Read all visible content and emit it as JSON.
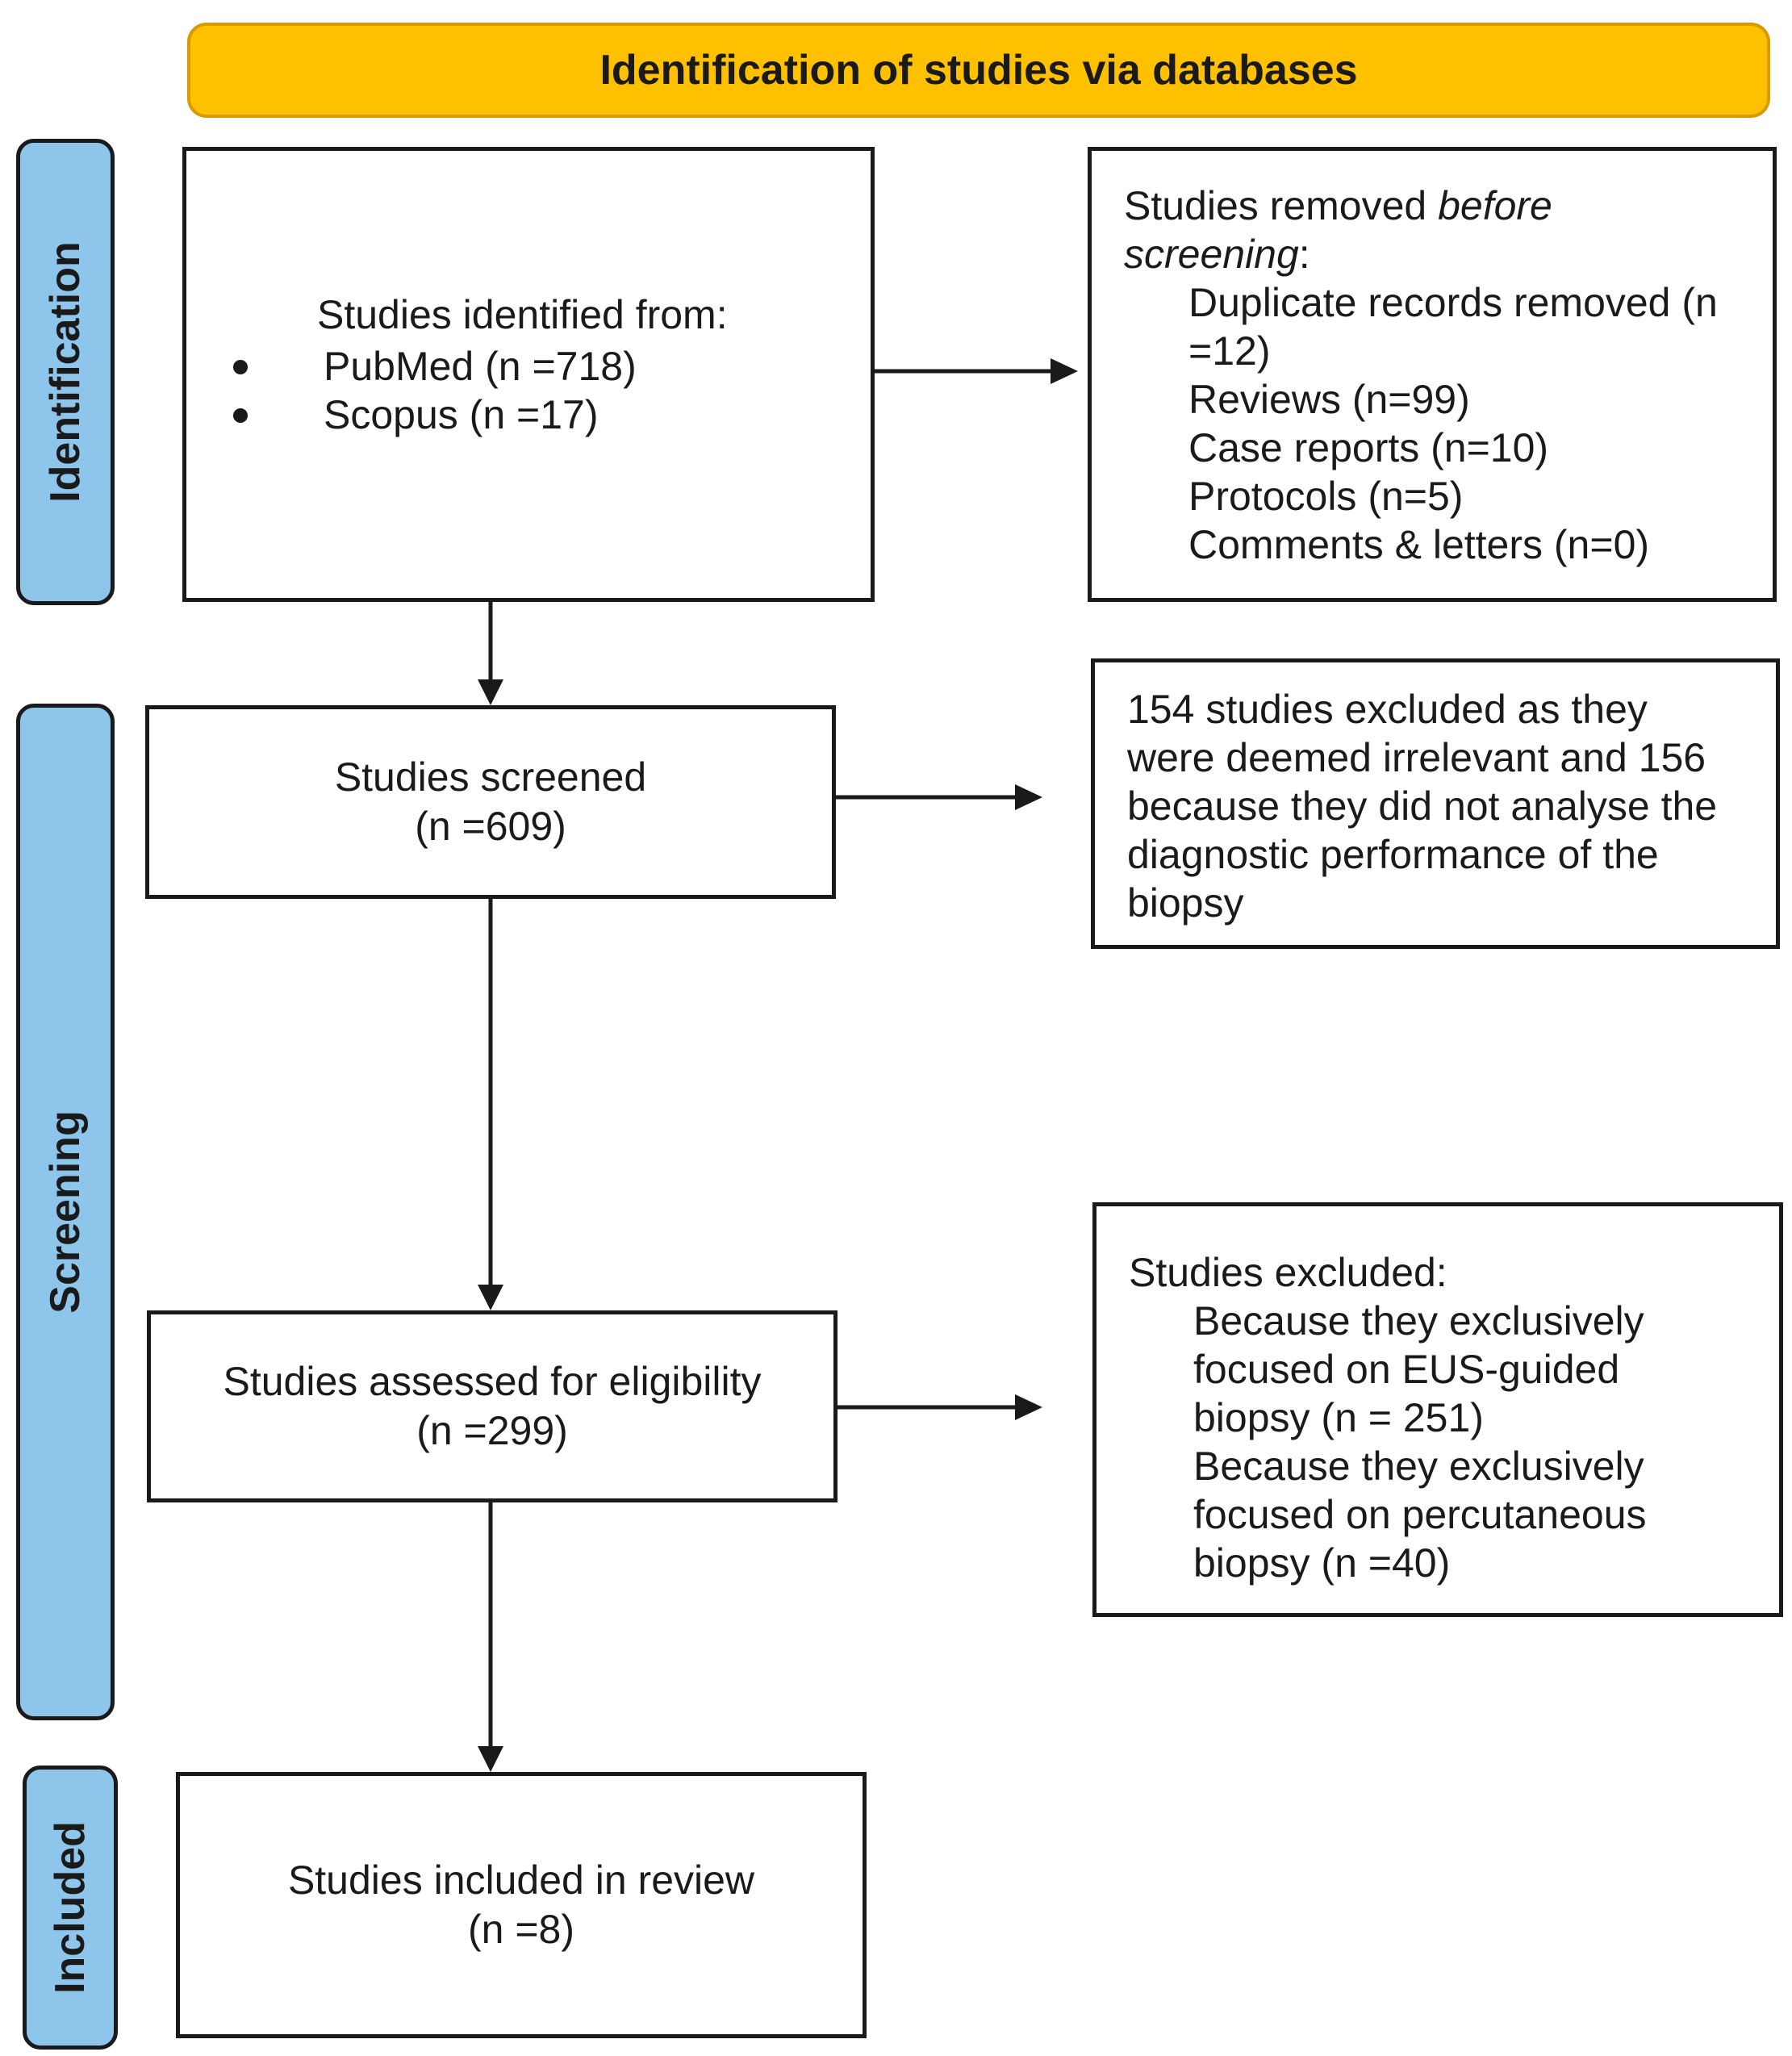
{
  "header": {
    "title": "Identification of studies via databases"
  },
  "stages": {
    "identification": "Identification",
    "screening": "Screening",
    "included": "Included"
  },
  "identified": {
    "heading": "Studies identified from:",
    "sources": [
      "PubMed (n =718)",
      "Scopus (n =17)"
    ]
  },
  "removed_before": {
    "heading_prefix": "Studies removed ",
    "heading_emphasis": "before screening",
    "heading_suffix": ":",
    "items": [
      "Duplicate records removed (n =12)",
      "Reviews (n=99)",
      "Case reports (n=10)",
      "Protocols (n=5)",
      "Comments & letters (n=0)"
    ]
  },
  "screened": {
    "label": "Studies screened",
    "count": "(n =609)"
  },
  "excluded_screening": {
    "text": "154 studies excluded as they were deemed irrelevant and 156 because they did not analyse the diagnostic performance of the biopsy"
  },
  "eligibility": {
    "label": "Studies assessed for eligibility",
    "count": "(n =299)"
  },
  "excluded_eligibility": {
    "heading": "Studies excluded:",
    "items": [
      "Because they exclusively focused on EUS-guided biopsy (n = 251)",
      "Because they exclusively focused on percutaneous biopsy (n =40)"
    ]
  },
  "included": {
    "label": "Studies included in review",
    "count": "(n =8)"
  },
  "colors": {
    "header_fill": "#ffc000",
    "stage_fill": "#8ec5ea",
    "line": "#1a1a1a"
  }
}
